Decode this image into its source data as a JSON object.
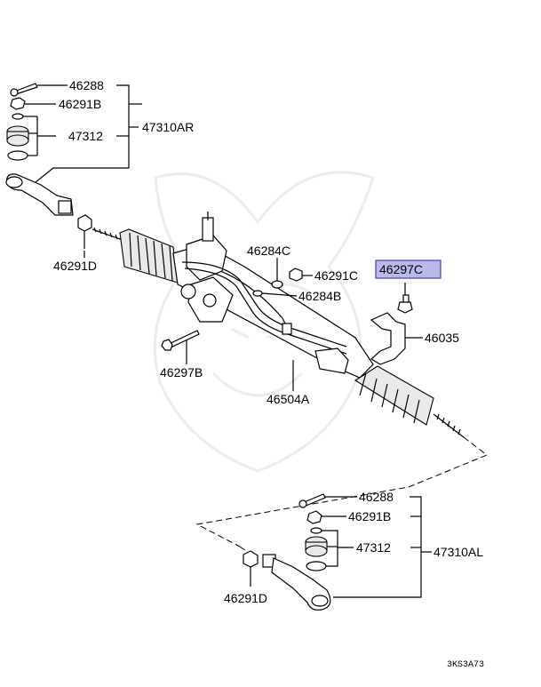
{
  "labels": {
    "p46288_top": "46288",
    "p46291b_top": "46291B",
    "p47312_top": "47312",
    "p47310ar": "47310AR",
    "p46291d_top": "46291D",
    "p46284c": "46284C",
    "p46291c": "46291C",
    "p46284b": "46284B",
    "p46297c": "46297C",
    "p46035": "46035",
    "p46297b": "46297B",
    "p46504a": "46504A",
    "p46288_bot": "46288",
    "p46291b_bot": "46291B",
    "p47312_bot": "47312",
    "p47310al": "47310AL",
    "p46291d_bot": "46291D"
  },
  "diagram_code": "3KS3A73",
  "highlight_color": "#b9b9ee"
}
